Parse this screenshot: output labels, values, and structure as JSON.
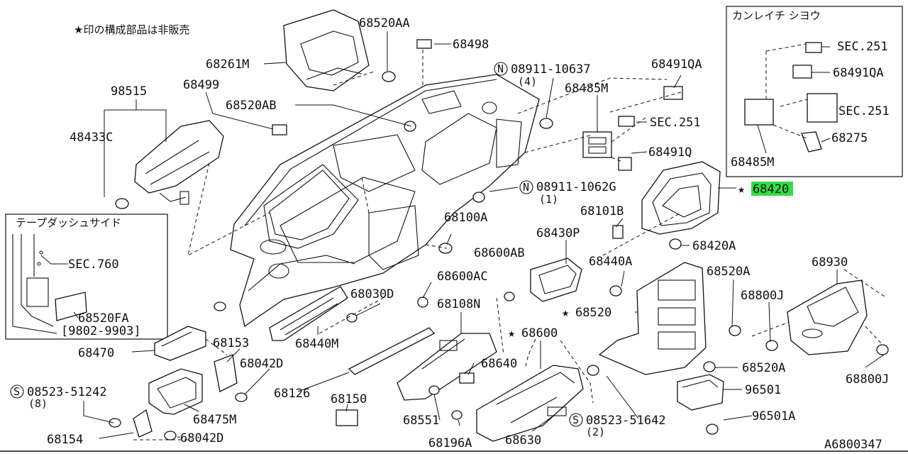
{
  "note": "★印の構成部品は非販売",
  "diagram_id": "A6800347",
  "highlight_color": "#33dd44",
  "inset_right": {
    "title": "カンレイチ シヨウ",
    "labels": [
      "SEC.251",
      "68491QA",
      "SEC.251",
      "68275",
      "68485M"
    ]
  },
  "inset_left": {
    "title": "テープダッシュサイド",
    "labels": [
      "SEC.760",
      "68520FA",
      "[9802-9903]"
    ]
  },
  "parts": {
    "p68520AA": "68520AA",
    "p68498": "68498",
    "p68261M": "68261M",
    "p98515": "98515",
    "p68499": "68499",
    "p68520AB": "68520AB",
    "p48433C": "48433C",
    "p08911_10637": "08911-10637",
    "p08911_10637_qty": "(4)",
    "p68491QA": "68491QA",
    "p68485M": "68485M",
    "pSEC251": "SEC.251",
    "p68491Q": "68491Q",
    "p08911_1062G": "08911-1062G",
    "p08911_1062G_qty": "(1)",
    "p68420": "68420",
    "p68101B": "68101B",
    "p68100A": "68100A",
    "p68430P": "68430P",
    "p68420A": "68420A",
    "p68600AB": "68600AB",
    "p68440A": "68440A",
    "p68520A_top": "68520A",
    "p68930": "68930",
    "p68600AC": "68600AC",
    "p68030D": "68030D",
    "p68108N": "68108N",
    "p68520": "68520",
    "p68800J_top": "68800J",
    "p68440M": "68440M",
    "p68470": "68470",
    "p68153": "68153",
    "p68600": "68600",
    "p68042D_top": "68042D",
    "p68640": "68640",
    "p68520A_bot": "68520A",
    "p68800J_bot": "68800J",
    "p08523_51242": "08523-51242",
    "p08523_51242_qty": "(8)",
    "p68126": "68126",
    "p68150": "68150",
    "p96501": "96501",
    "p68475M": "68475M",
    "p68551": "68551",
    "p08523_51642": "08523-51642",
    "p08523_51642_qty": "(2)",
    "p96501A": "96501A",
    "p68154": "68154",
    "p68042D_bot": "68042D",
    "p68196A": "68196A",
    "p68630": "68630"
  },
  "symbols": {
    "star": "★",
    "n_circle": "N",
    "s_circle": "S"
  }
}
